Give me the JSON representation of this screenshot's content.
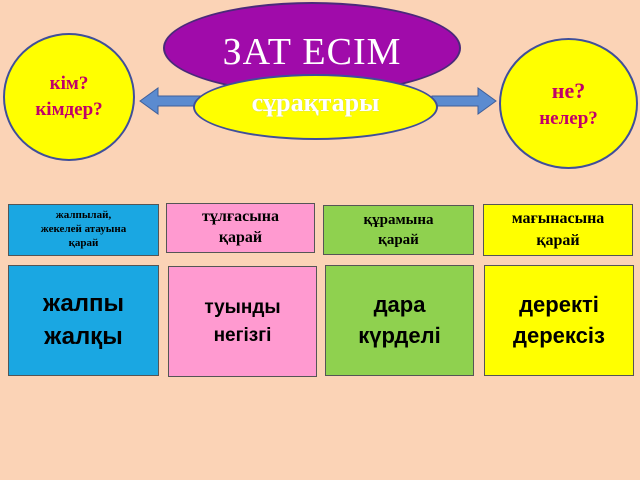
{
  "title": "ЗАТ ЕСІМ",
  "subtitle": "сұрақтары",
  "questions_left": {
    "line1": "кім?",
    "line2": "кімдер?"
  },
  "questions_right": {
    "line1": "не?",
    "line2": "нелер?"
  },
  "categories": [
    {
      "label_line1": "жалпылай,",
      "label_line2": "жекелей атауына",
      "label_line3": "қарай",
      "value_line1": "жалпы",
      "value_line2": "жалқы"
    },
    {
      "label_line1": "тұлғасына",
      "label_line2": "қарай",
      "value_line1": "туынды",
      "value_line2": "негізгі"
    },
    {
      "label_line1": "құрамына",
      "label_line2": "қарай",
      "value_line1": "дара",
      "value_line2": "күрделі"
    },
    {
      "label_line1": "мағынасына",
      "label_line2": "қарай",
      "value_line1": "деректі",
      "value_line2": "дерексіз"
    }
  ],
  "colors": {
    "background": "#fbd3b6",
    "title_ellipse": "#a00baa",
    "question_circles": "#ffff00",
    "question_text": "#c0006a",
    "arrows": "#5b8bd0",
    "blue_box": "#1aa7e2",
    "pink_box": "#ff9ad0",
    "green_box": "#8fd14f",
    "yellow_box": "#ffff00"
  }
}
